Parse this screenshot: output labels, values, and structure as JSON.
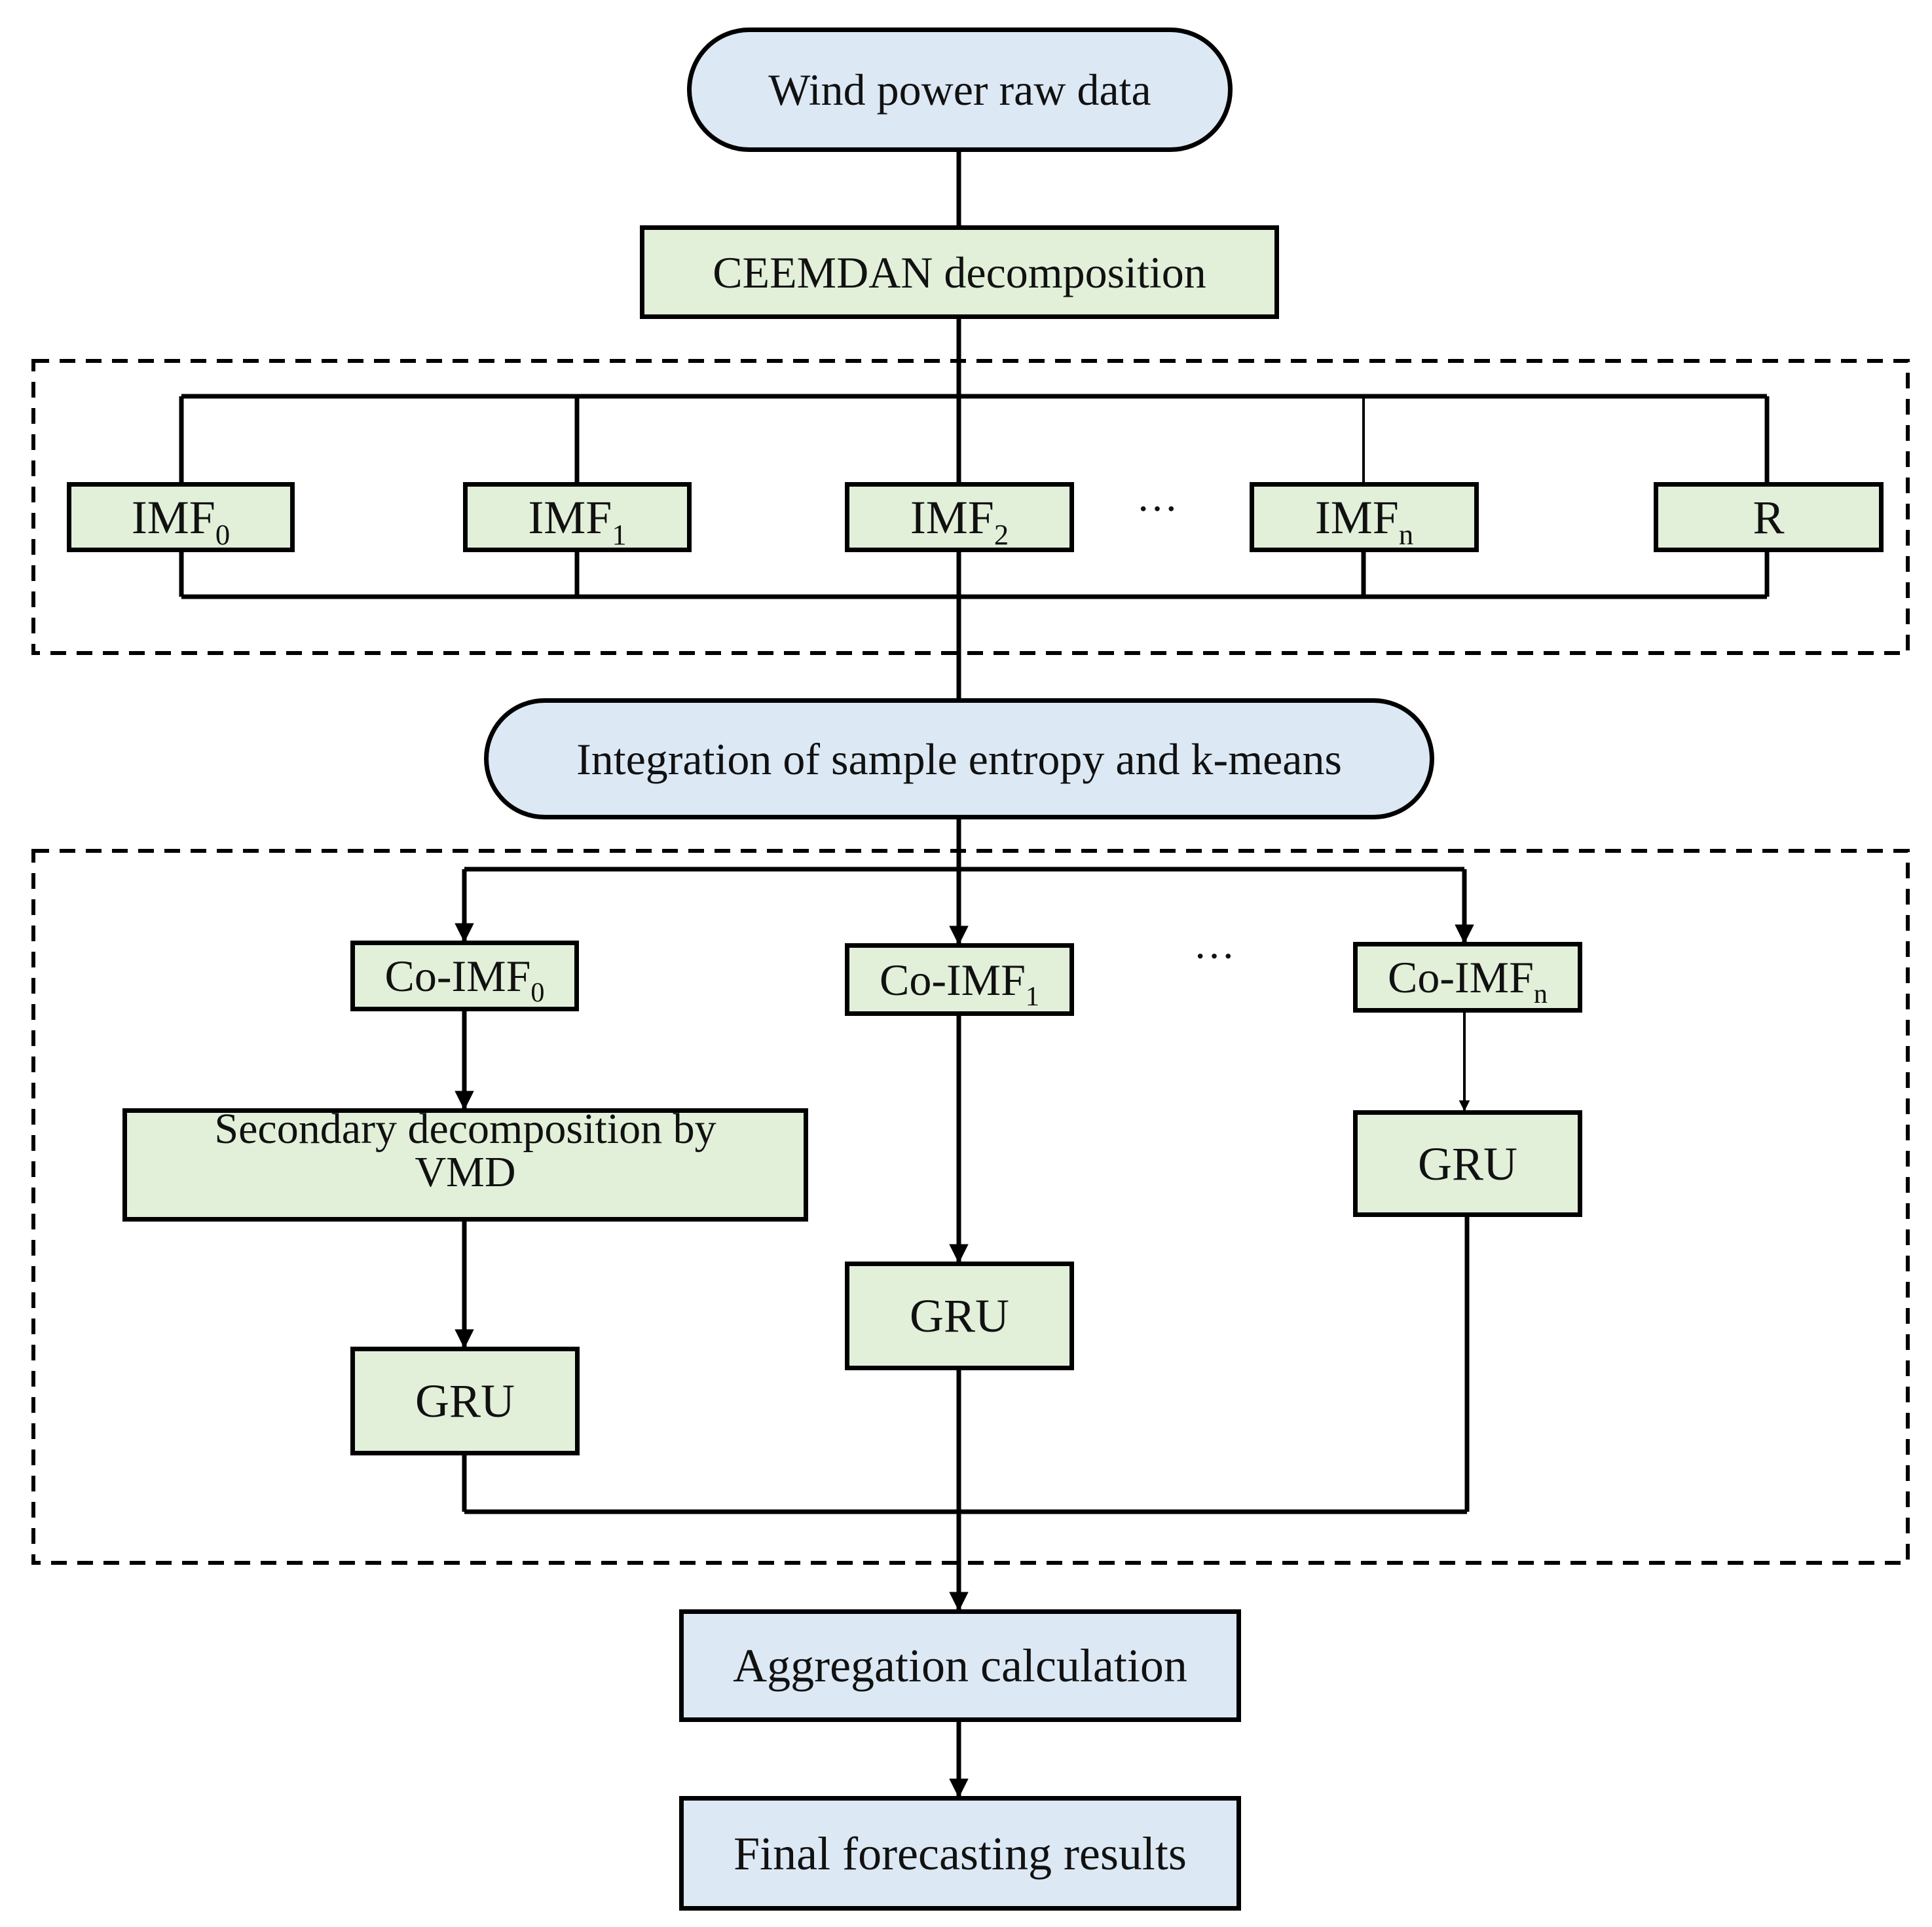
{
  "nodes": {
    "raw": "Wind power raw data",
    "ceemdan": "CEEMDAN decomposition",
    "imf0": {
      "base": "IMF",
      "sub": "0"
    },
    "imf1": {
      "base": "IMF",
      "sub": "1"
    },
    "imf2": {
      "base": "IMF",
      "sub": "2"
    },
    "imfn": {
      "base": "IMF",
      "sub": "n"
    },
    "r": "R",
    "ellipsis_imf": "···",
    "integration": "Integration of sample entropy and k-means",
    "coimf0": {
      "base": "Co-IMF",
      "sub": "0"
    },
    "coimf1": {
      "base": "Co-IMF",
      "sub": "1"
    },
    "coimfn": {
      "base": "Co-IMF",
      "sub": "n"
    },
    "ellipsis_co": "···",
    "vmd": "Secondary decomposition by VMD",
    "gru0": "GRU",
    "gru1": "GRU",
    "grun": "GRU",
    "aggregation": "Aggregation calculation",
    "final": "Final forecasting results"
  },
  "colors": {
    "blue_fill": "#dce8f4",
    "green_fill": "#e2efd9",
    "stroke": "#000000"
  }
}
